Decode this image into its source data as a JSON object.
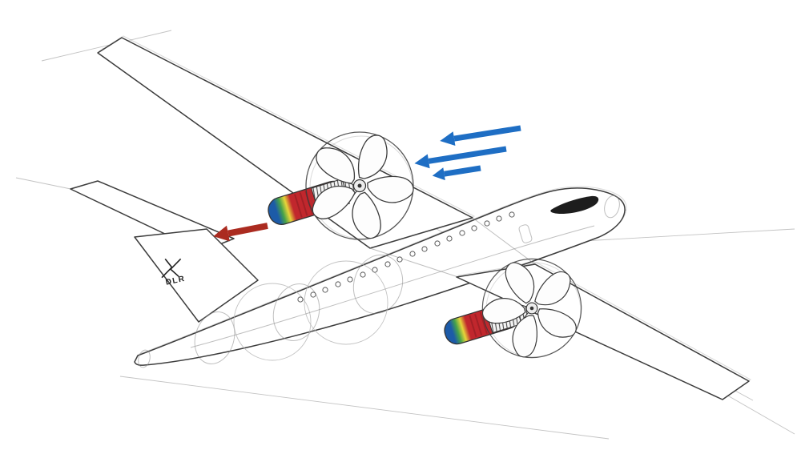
{
  "meta": {
    "description": "Hand-drawn pencil concept sketch of a twin-propeller transport aircraft (pusher propellers) with colored flow annotations",
    "background": "#ffffff"
  },
  "logo": {
    "text": "DLR"
  },
  "annotations": {
    "inflow": {
      "label": "incoming airflow direction",
      "color": "#1e6ec4",
      "count": 3
    },
    "exhaust": {
      "label": "exhaust / thrust direction",
      "color": "#ab2b20"
    }
  },
  "palette": {
    "sketch_line": "#3c3c3c",
    "soft_line": "#8a8a8a",
    "construction_line": "#b9b9b9",
    "nacelle_blue": "#1c5ba8",
    "nacelle_green": "#46a24a",
    "nacelle_yellow": "#e6d53a",
    "nacelle_red": "#c1272d",
    "nacelle_red_dark": "#8f1d22",
    "cockpit": "#1d1d1d"
  }
}
